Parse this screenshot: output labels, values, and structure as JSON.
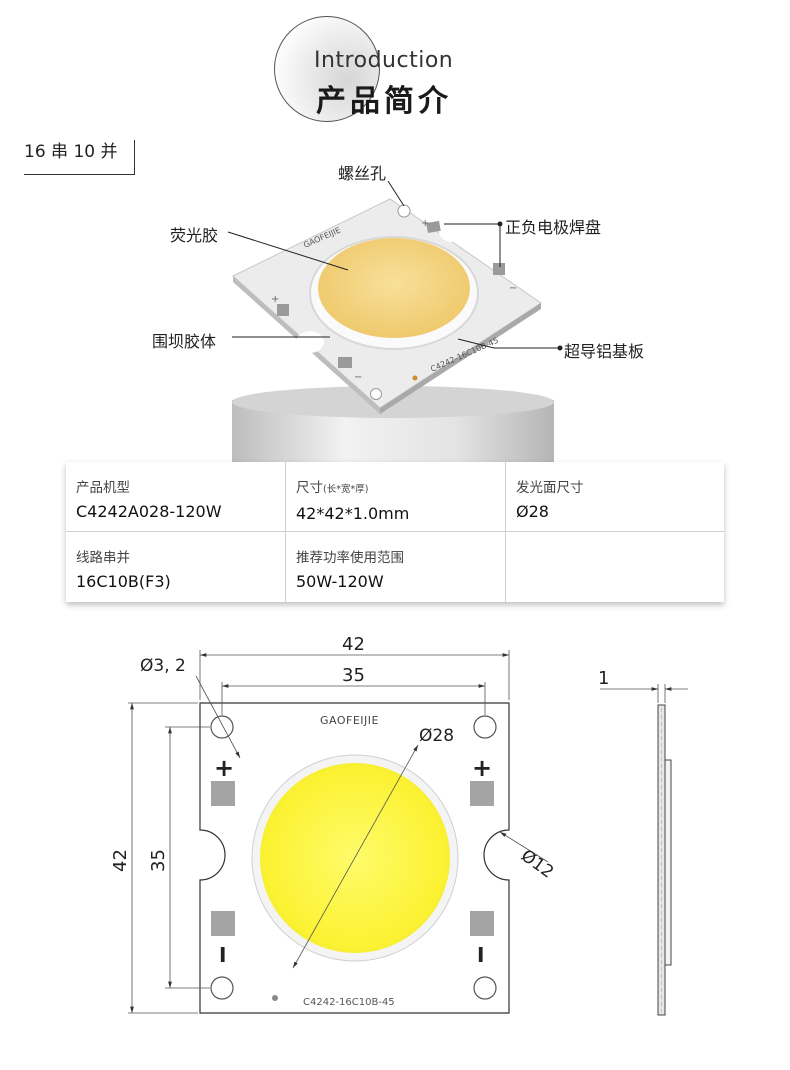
{
  "header": {
    "title_en": "Introduction",
    "title_cn": "产品简介"
  },
  "config_label": "16 串 10 并",
  "callouts": {
    "screw_hole": "螺丝孔",
    "phosphor": "荧光胶",
    "electrode_pad": "正负电极焊盘",
    "dam": "围坝胶体",
    "substrate": "超导铝基板"
  },
  "chip_photo": {
    "brand": "GAOFEIJIE",
    "model": "C4242-16C10B-45",
    "plus": "+",
    "minus": "−"
  },
  "spec_table": {
    "model_label": "产品机型",
    "model_value": "C4242A028-120W",
    "size_label": "尺寸",
    "size_note": "(长*宽*厚)",
    "size_value": "42*42*1.0mm",
    "emit_label": "发光面尺寸",
    "emit_value": "Ø28",
    "circuit_label": "线路串并",
    "circuit_value": "16C10B(F3)",
    "power_label": "推荐功率使用范围",
    "power_value": "50W-120W"
  },
  "drawing": {
    "dim_width": "42",
    "dim_hole_pitch": "35",
    "dim_hole_dia": "Ø3, 2",
    "dim_emit_dia": "Ø28",
    "dim_notch": "Ø12",
    "dim_height": "42",
    "dim_hole_pitch_v": "35",
    "dim_thickness": "1",
    "brand": "GAOFEIJIE",
    "model": "C4242-16C10B-45",
    "plus": "+",
    "minus": "I"
  },
  "colors": {
    "phosphor_photo": "#f3d27a",
    "phosphor_drawing": "#fbf43c",
    "pad_gray": "#a0a0a0"
  }
}
